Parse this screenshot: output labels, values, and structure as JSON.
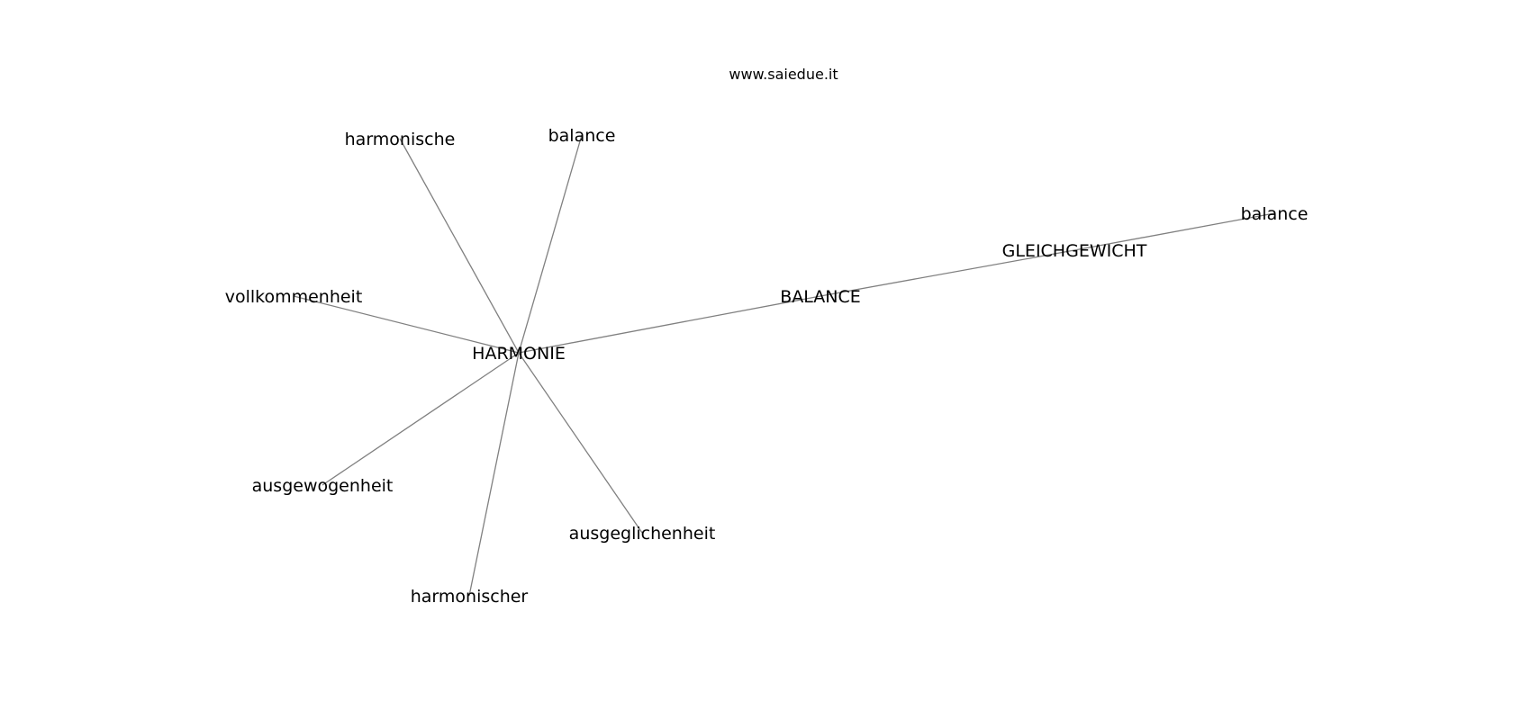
{
  "source": "www.saiedue.it",
  "nodes": [
    {
      "id": "harmonie",
      "label": "HARMONIE"
    },
    {
      "id": "harmonische",
      "label": "harmonische"
    },
    {
      "id": "balance-1",
      "label": "balance"
    },
    {
      "id": "vollkommenheit",
      "label": "vollkommenheit"
    },
    {
      "id": "ausgewogenheit",
      "label": "ausgewogenheit"
    },
    {
      "id": "harmonischer",
      "label": "harmonischer"
    },
    {
      "id": "ausgeglichenheit",
      "label": "ausgeglichenheit"
    },
    {
      "id": "balance-upper",
      "label": "BALANCE"
    },
    {
      "id": "gleichgewicht",
      "label": "GLEICHGEWICHT"
    },
    {
      "id": "balance-2",
      "label": "balance"
    }
  ],
  "edges": [
    {
      "from": "harmonie",
      "to": "harmonische"
    },
    {
      "from": "harmonie",
      "to": "balance-1"
    },
    {
      "from": "harmonie",
      "to": "vollkommenheit"
    },
    {
      "from": "harmonie",
      "to": "ausgewogenheit"
    },
    {
      "from": "harmonie",
      "to": "harmonischer"
    },
    {
      "from": "harmonie",
      "to": "ausgeglichenheit"
    },
    {
      "from": "harmonie",
      "to": "balance-upper"
    },
    {
      "from": "balance-upper",
      "to": "gleichgewicht"
    },
    {
      "from": "gleichgewicht",
      "to": "balance-2"
    }
  ]
}
